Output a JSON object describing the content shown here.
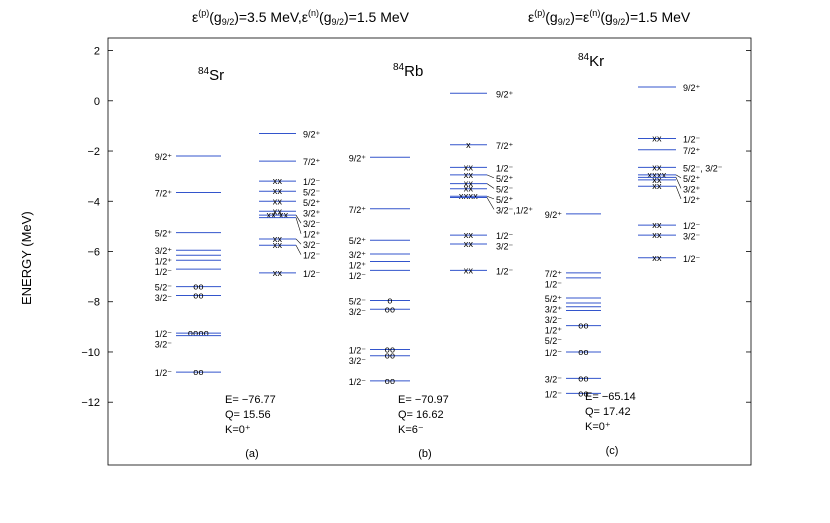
{
  "headers": {
    "left": {
      "pre": "ε",
      "p": "(p)",
      "g1": "(g",
      "s1": "9/2",
      "mid": ")=3.5 MeV,ε",
      "n": "(n)",
      "g2": "(g",
      "s2": "9/2",
      "post": ")=1.5 MeV"
    },
    "right": {
      "pre": "ε",
      "p": "(p)",
      "g1": "(g",
      "s1": "9/2",
      "mid": ")=ε",
      "n": "(n)",
      "g2": "(g",
      "s2": "9/2",
      "post": ")=1.5 MeV"
    }
  },
  "colors": {
    "level": "#3355cc",
    "axis": "#000000",
    "leader": "#000000"
  },
  "chart_data": {
    "type": "level-scheme",
    "ylabel": "ENERGY (MeV)",
    "ylim": [
      -14.5,
      2.5
    ],
    "yticks": [
      2,
      0,
      -2,
      -4,
      -6,
      -8,
      -10,
      -12
    ],
    "ytick_labels": [
      "2",
      "0",
      "−2",
      "−4",
      "−6",
      "−8",
      "−10",
      "−12"
    ],
    "panels": [
      {
        "id": "a",
        "nucleus_mass": "84",
        "nucleus_symbol": "Sr",
        "stats": [
          "E= −76.77",
          "Q= 15.56",
          "K=0⁺"
        ],
        "caption": "(a)",
        "left_levels": [
          {
            "E": -2.2,
            "label": "9/2⁺",
            "occ": ""
          },
          {
            "E": -3.65,
            "label": "7/2⁺",
            "occ": ""
          },
          {
            "E": -5.25,
            "label": "5/2⁺",
            "occ": ""
          },
          {
            "E": -5.95,
            "label": "3/2⁺",
            "occ": ""
          },
          {
            "E": -6.15,
            "label": "",
            "occ": ""
          },
          {
            "E": -6.35,
            "label": "1/2⁺",
            "occ": ""
          },
          {
            "E": -6.7,
            "label": "1/2⁻",
            "occ": ""
          },
          {
            "E": -7.4,
            "label": "5/2⁻",
            "occ": "oo"
          },
          {
            "E": -7.75,
            "label": "3/2⁻",
            "occ": "oo"
          },
          {
            "E": -9.25,
            "label": "1/2⁻",
            "occ": "oooo"
          },
          {
            "E": -9.35,
            "label": "3/2⁻",
            "occ": ""
          },
          {
            "E": -10.8,
            "label": "1/2⁻",
            "occ": "oo"
          }
        ],
        "right_levels": [
          {
            "E": -1.3,
            "label": "9/2⁺",
            "occ": ""
          },
          {
            "E": -2.4,
            "label": "7/2⁺",
            "occ": ""
          },
          {
            "E": -3.2,
            "label": "1/2⁻",
            "occ": "xx"
          },
          {
            "E": -3.6,
            "label": "5/2⁻",
            "occ": "xx"
          },
          {
            "E": -4.0,
            "label": "5/2⁺",
            "occ": "xx"
          },
          {
            "E": -4.4,
            "label": "3/2⁺",
            "occ": "xx"
          },
          {
            "E": -4.55,
            "label": "3/2⁻",
            "occ": "xx xx"
          },
          {
            "E": -4.65,
            "label": "1/2⁺",
            "occ": ""
          },
          {
            "E": -5.5,
            "label": "3/2⁻",
            "occ": "xx"
          },
          {
            "E": -5.75,
            "label": "1/2⁻",
            "occ": "xx"
          },
          {
            "E": -6.85,
            "label": "1/2⁻",
            "occ": "xx"
          }
        ]
      },
      {
        "id": "b",
        "nucleus_mass": "84",
        "nucleus_symbol": "Rb",
        "stats": [
          "E= −70.97",
          "Q= 16.62",
          "K=6⁻"
        ],
        "caption": "(b)",
        "left_levels": [
          {
            "E": -2.25,
            "label": "9/2⁺",
            "occ": ""
          },
          {
            "E": -4.3,
            "label": "7/2⁺",
            "occ": ""
          },
          {
            "E": -5.55,
            "label": "5/2⁺",
            "occ": ""
          },
          {
            "E": -6.1,
            "label": "3/2⁺",
            "occ": ""
          },
          {
            "E": -6.4,
            "label": "1/2⁺",
            "occ": ""
          },
          {
            "E": -6.75,
            "label": "1/2⁻",
            "occ": ""
          },
          {
            "E": -7.95,
            "label": "5/2⁻",
            "occ": "o"
          },
          {
            "E": -8.3,
            "label": "3/2⁻",
            "occ": "oo"
          },
          {
            "E": -9.9,
            "label": "1/2⁻",
            "occ": "oo"
          },
          {
            "E": -10.15,
            "label": "3/2⁻",
            "occ": "oo"
          },
          {
            "E": -11.15,
            "label": "1/2⁻",
            "occ": "oo"
          }
        ],
        "right_levels": [
          {
            "E": 0.3,
            "label": "9/2⁺",
            "occ": ""
          },
          {
            "E": -1.75,
            "label": "7/2⁺",
            "occ": "x"
          },
          {
            "E": -2.65,
            "label": "1/2⁻",
            "occ": "xx"
          },
          {
            "E": -2.95,
            "label": "5/2⁺",
            "occ": "xx"
          },
          {
            "E": -3.3,
            "label": "5/2⁻",
            "occ": "xx"
          },
          {
            "E": -3.5,
            "label": "",
            "occ": "xx"
          },
          {
            "E": -3.8,
            "label": "5/2⁺",
            "occ": "xxxx"
          },
          {
            "E": -3.85,
            "label": "3/2⁻,1/2⁺",
            "occ": ""
          },
          {
            "E": -5.35,
            "label": "1/2⁻",
            "occ": "xx"
          },
          {
            "E": -5.7,
            "label": "3/2⁻",
            "occ": "xx"
          },
          {
            "E": -6.75,
            "label": "1/2⁻",
            "occ": "xx"
          }
        ]
      },
      {
        "id": "c",
        "nucleus_mass": "84",
        "nucleus_symbol": "Kr",
        "stats": [
          "E= −65.14",
          "Q= 17.42",
          "K=0⁺"
        ],
        "caption": "(c)",
        "left_levels": [
          {
            "E": -4.5,
            "label": "9/2⁺",
            "occ": ""
          },
          {
            "E": -6.85,
            "label": "7/2⁺",
            "occ": ""
          },
          {
            "E": -7.05,
            "label": "1/2⁻",
            "occ": ""
          },
          {
            "E": -7.85,
            "label": "5/2⁺",
            "occ": ""
          },
          {
            "E": -8.05,
            "label": "3/2⁺",
            "occ": ""
          },
          {
            "E": -8.2,
            "label": "3/2⁻",
            "occ": ""
          },
          {
            "E": -8.35,
            "label": "1/2⁺",
            "occ": ""
          },
          {
            "E": -8.95,
            "label": "5/2⁻",
            "occ": "oo"
          },
          {
            "E": -10.0,
            "label": "1/2⁻",
            "occ": "oo"
          },
          {
            "E": -11.05,
            "label": "3/2⁻",
            "occ": "oo"
          },
          {
            "E": -11.65,
            "label": "1/2⁻",
            "occ": "oo"
          }
        ],
        "right_levels": [
          {
            "E": 0.55,
            "label": "9/2⁺",
            "occ": ""
          },
          {
            "E": -1.5,
            "label": "1/2⁻",
            "occ": "xx"
          },
          {
            "E": -1.95,
            "label": "7/2⁺",
            "occ": ""
          },
          {
            "E": -2.65,
            "label": "5/2⁻, 3/2⁻",
            "occ": "xx"
          },
          {
            "E": -2.95,
            "label": "5/2⁺",
            "occ": "xxxx"
          },
          {
            "E": -3.05,
            "label": "3/2⁺",
            "occ": ""
          },
          {
            "E": -3.15,
            "label": "",
            "occ": "xx"
          },
          {
            "E": -3.4,
            "label": "1/2⁺",
            "occ": "xx"
          },
          {
            "E": -4.95,
            "label": "1/2⁻",
            "occ": "xx"
          },
          {
            "E": -5.35,
            "label": "3/2⁻",
            "occ": "xx"
          },
          {
            "E": -6.25,
            "label": "1/2⁻",
            "occ": "xx"
          }
        ]
      }
    ]
  }
}
